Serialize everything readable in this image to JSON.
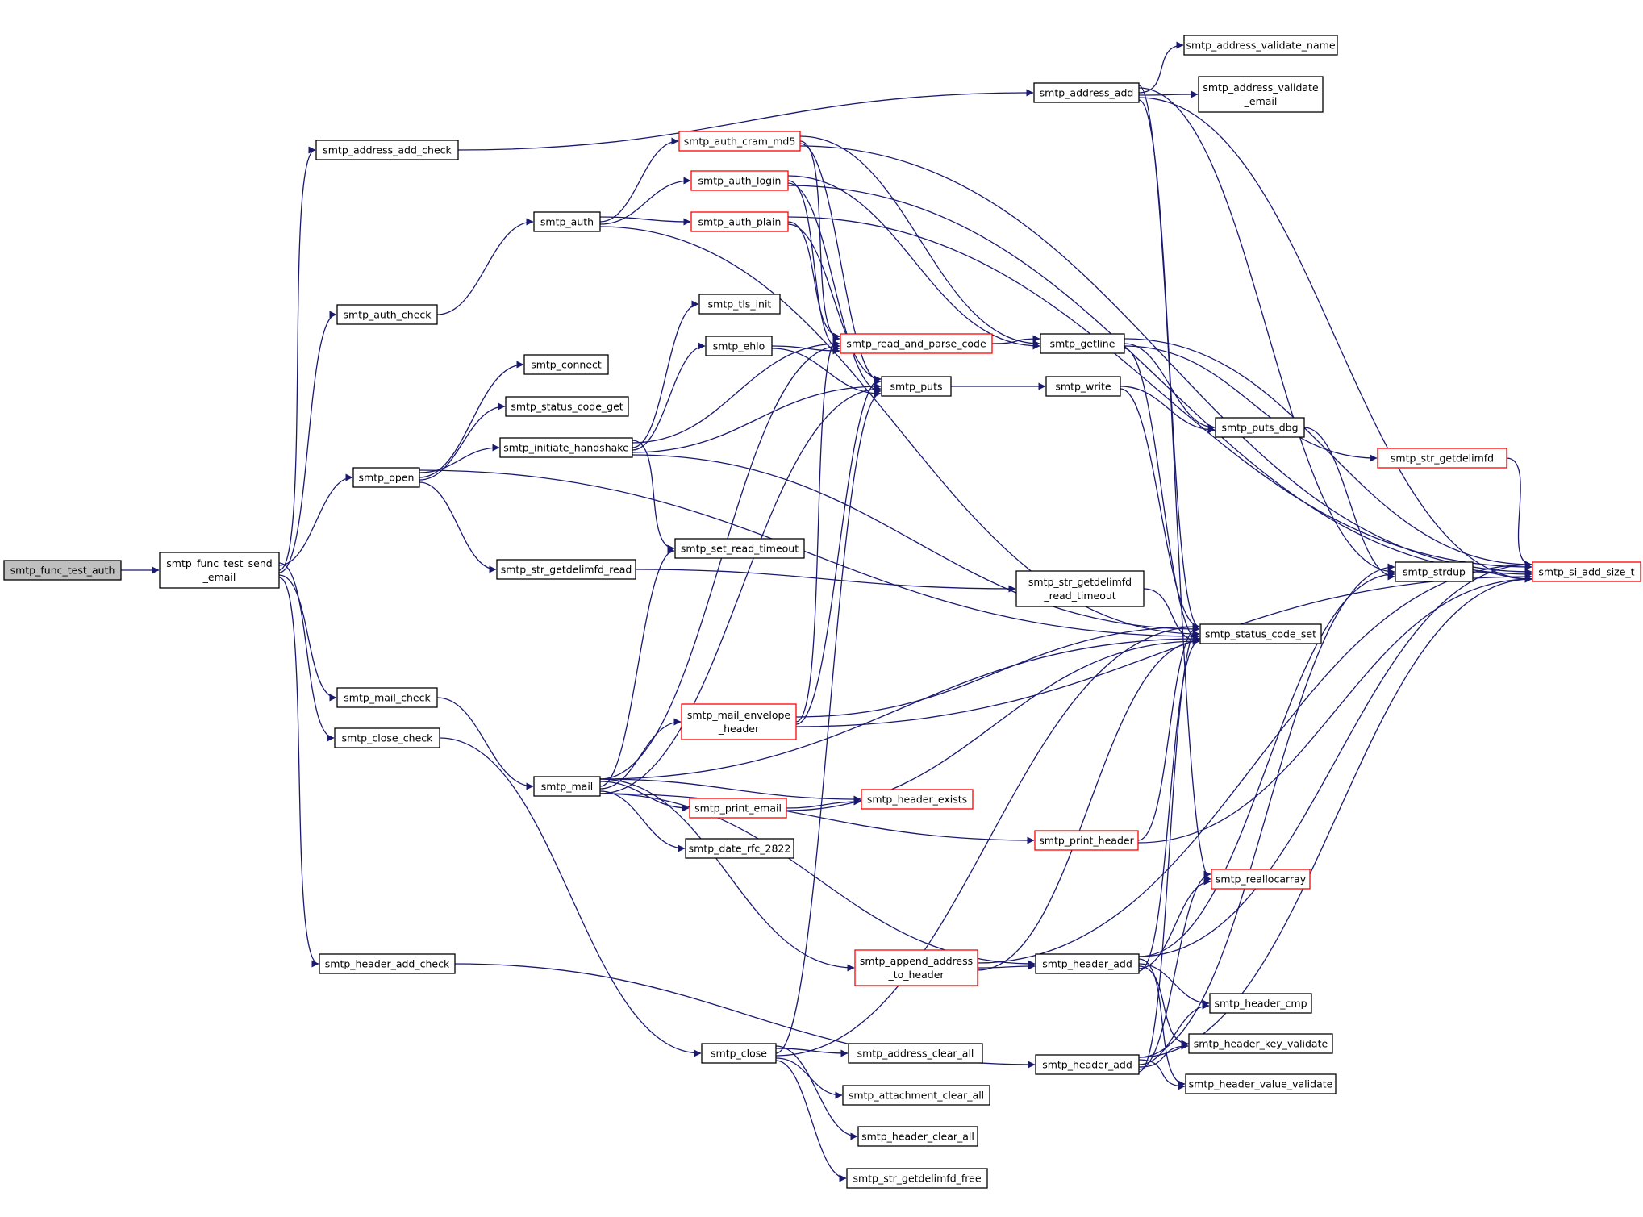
{
  "diagram": {
    "title": "call graph of smtp_func_test_auth",
    "edge_color": "#191970",
    "truncated_node_color": "#ff0000",
    "focus_fill": "#bfbfbf",
    "nodes": [
      {
        "id": "func_test_auth",
        "lines": [
          "smtp_func_test_auth"
        ],
        "style": "focus"
      },
      {
        "id": "func_test_send_email",
        "lines": [
          "smtp_func_test_send",
          "_email"
        ],
        "style": "normal"
      },
      {
        "id": "address_add_check",
        "lines": [
          "smtp_address_add_check"
        ],
        "style": "normal"
      },
      {
        "id": "auth_check",
        "lines": [
          "smtp_auth_check"
        ],
        "style": "normal"
      },
      {
        "id": "open",
        "lines": [
          "smtp_open"
        ],
        "style": "normal"
      },
      {
        "id": "mail_check",
        "lines": [
          "smtp_mail_check"
        ],
        "style": "normal"
      },
      {
        "id": "close_check",
        "lines": [
          "smtp_close_check"
        ],
        "style": "normal"
      },
      {
        "id": "header_add_check",
        "lines": [
          "smtp_header_add_check"
        ],
        "style": "normal"
      },
      {
        "id": "auth",
        "lines": [
          "smtp_auth"
        ],
        "style": "normal"
      },
      {
        "id": "connect",
        "lines": [
          "smtp_connect"
        ],
        "style": "normal"
      },
      {
        "id": "status_code_get",
        "lines": [
          "smtp_status_code_get"
        ],
        "style": "normal"
      },
      {
        "id": "initiate_handshake",
        "lines": [
          "smtp_initiate_handshake"
        ],
        "style": "normal"
      },
      {
        "id": "str_getdelimfd_read",
        "lines": [
          "smtp_str_getdelimfd_read"
        ],
        "style": "normal"
      },
      {
        "id": "mail",
        "lines": [
          "smtp_mail"
        ],
        "style": "normal"
      },
      {
        "id": "auth_cram_md5",
        "lines": [
          "smtp_auth_cram_md5"
        ],
        "style": "red"
      },
      {
        "id": "auth_login",
        "lines": [
          "smtp_auth_login"
        ],
        "style": "red"
      },
      {
        "id": "auth_plain",
        "lines": [
          "smtp_auth_plain"
        ],
        "style": "red"
      },
      {
        "id": "tls_init",
        "lines": [
          "smtp_tls_init"
        ],
        "style": "normal"
      },
      {
        "id": "ehlo",
        "lines": [
          "smtp_ehlo"
        ],
        "style": "normal"
      },
      {
        "id": "set_read_timeout",
        "lines": [
          "smtp_set_read_timeout"
        ],
        "style": "normal"
      },
      {
        "id": "mail_envelope_header",
        "lines": [
          "smtp_mail_envelope",
          "_header"
        ],
        "style": "red"
      },
      {
        "id": "print_email",
        "lines": [
          "smtp_print_email"
        ],
        "style": "red"
      },
      {
        "id": "date_rfc_2822",
        "lines": [
          "smtp_date_rfc_2822"
        ],
        "style": "normal"
      },
      {
        "id": "close",
        "lines": [
          "smtp_close"
        ],
        "style": "normal"
      },
      {
        "id": "read_and_parse_code",
        "lines": [
          "smtp_read_and_parse_code"
        ],
        "style": "red"
      },
      {
        "id": "puts",
        "lines": [
          "smtp_puts"
        ],
        "style": "normal"
      },
      {
        "id": "header_exists",
        "lines": [
          "smtp_header_exists"
        ],
        "style": "red"
      },
      {
        "id": "append_address_to_header",
        "lines": [
          "smtp_append_address",
          "_to_header"
        ],
        "style": "red"
      },
      {
        "id": "address_clear_all",
        "lines": [
          "smtp_address_clear_all"
        ],
        "style": "normal"
      },
      {
        "id": "attachment_clear_all",
        "lines": [
          "smtp_attachment_clear_all"
        ],
        "style": "normal"
      },
      {
        "id": "header_clear_all",
        "lines": [
          "smtp_header_clear_all"
        ],
        "style": "normal"
      },
      {
        "id": "str_getdelimfd_free",
        "lines": [
          "smtp_str_getdelimfd_free"
        ],
        "style": "normal"
      },
      {
        "id": "address_add",
        "lines": [
          "smtp_address_add"
        ],
        "style": "normal"
      },
      {
        "id": "getline",
        "lines": [
          "smtp_getline"
        ],
        "style": "normal"
      },
      {
        "id": "write",
        "lines": [
          "smtp_write"
        ],
        "style": "normal"
      },
      {
        "id": "str_getdelimfd_read_timeout",
        "lines": [
          "smtp_str_getdelimfd",
          "_read_timeout"
        ],
        "style": "normal"
      },
      {
        "id": "print_header",
        "lines": [
          "smtp_print_header"
        ],
        "style": "red"
      },
      {
        "id": "header_add_a",
        "lines": [
          "smtp_header_add"
        ],
        "style": "normal"
      },
      {
        "id": "header_add_b",
        "lines": [
          "smtp_header_add"
        ],
        "style": "normal"
      },
      {
        "id": "address_validate_name",
        "lines": [
          "smtp_address_validate_name"
        ],
        "style": "normal"
      },
      {
        "id": "address_validate_email",
        "lines": [
          "smtp_address_validate",
          "_email"
        ],
        "style": "normal"
      },
      {
        "id": "puts_dbg",
        "lines": [
          "smtp_puts_dbg"
        ],
        "style": "normal"
      },
      {
        "id": "status_code_set",
        "lines": [
          "smtp_status_code_set"
        ],
        "style": "normal"
      },
      {
        "id": "reallocarray",
        "lines": [
          "smtp_reallocarray"
        ],
        "style": "red"
      },
      {
        "id": "header_cmp",
        "lines": [
          "smtp_header_cmp"
        ],
        "style": "normal"
      },
      {
        "id": "header_key_validate",
        "lines": [
          "smtp_header_key_validate"
        ],
        "style": "normal"
      },
      {
        "id": "header_value_validate",
        "lines": [
          "smtp_header_value_validate"
        ],
        "style": "normal"
      },
      {
        "id": "str_getdelimfd",
        "lines": [
          "smtp_str_getdelimfd"
        ],
        "style": "red"
      },
      {
        "id": "strdup",
        "lines": [
          "smtp_strdup"
        ],
        "style": "normal"
      },
      {
        "id": "si_add_size_t",
        "lines": [
          "smtp_si_add_size_t"
        ],
        "style": "red"
      }
    ],
    "edges": [
      [
        "func_test_auth",
        "func_test_send_email"
      ],
      [
        "func_test_send_email",
        "address_add_check"
      ],
      [
        "func_test_send_email",
        "auth_check"
      ],
      [
        "func_test_send_email",
        "open"
      ],
      [
        "func_test_send_email",
        "mail_check"
      ],
      [
        "func_test_send_email",
        "close_check"
      ],
      [
        "func_test_send_email",
        "header_add_check"
      ],
      [
        "address_add_check",
        "address_add"
      ],
      [
        "auth_check",
        "auth"
      ],
      [
        "auth",
        "auth_cram_md5"
      ],
      [
        "auth",
        "auth_login"
      ],
      [
        "auth",
        "auth_plain"
      ],
      [
        "auth",
        "status_code_set"
      ],
      [
        "open",
        "connect"
      ],
      [
        "open",
        "status_code_get"
      ],
      [
        "open",
        "initiate_handshake"
      ],
      [
        "open",
        "str_getdelimfd_read"
      ],
      [
        "open",
        "status_code_set"
      ],
      [
        "initiate_handshake",
        "tls_init"
      ],
      [
        "initiate_handshake",
        "ehlo"
      ],
      [
        "initiate_handshake",
        "read_and_parse_code"
      ],
      [
        "initiate_handshake",
        "puts"
      ],
      [
        "initiate_handshake",
        "set_read_timeout"
      ],
      [
        "initiate_handshake",
        "status_code_set"
      ],
      [
        "str_getdelimfd_read",
        "str_getdelimfd_read_timeout"
      ],
      [
        "mail_check",
        "mail"
      ],
      [
        "close_check",
        "close"
      ],
      [
        "header_add_check",
        "header_add_b"
      ],
      [
        "mail",
        "set_read_timeout"
      ],
      [
        "mail",
        "mail_envelope_header"
      ],
      [
        "mail",
        "print_email"
      ],
      [
        "mail",
        "date_rfc_2822"
      ],
      [
        "mail",
        "header_exists"
      ],
      [
        "mail",
        "print_header"
      ],
      [
        "mail",
        "append_address_to_header"
      ],
      [
        "mail",
        "header_add_a"
      ],
      [
        "mail",
        "read_and_parse_code"
      ],
      [
        "mail",
        "puts"
      ],
      [
        "mail",
        "status_code_set"
      ],
      [
        "auth_cram_md5",
        "read_and_parse_code"
      ],
      [
        "auth_cram_md5",
        "puts"
      ],
      [
        "auth_cram_md5",
        "getline"
      ],
      [
        "auth_cram_md5",
        "si_add_size_t"
      ],
      [
        "auth_login",
        "read_and_parse_code"
      ],
      [
        "auth_login",
        "puts"
      ],
      [
        "auth_login",
        "getline"
      ],
      [
        "auth_login",
        "si_add_size_t"
      ],
      [
        "auth_plain",
        "read_and_parse_code"
      ],
      [
        "auth_plain",
        "puts"
      ],
      [
        "auth_plain",
        "si_add_size_t"
      ],
      [
        "ehlo",
        "read_and_parse_code"
      ],
      [
        "ehlo",
        "puts"
      ],
      [
        "read_and_parse_code",
        "getline"
      ],
      [
        "puts",
        "write"
      ],
      [
        "mail_envelope_header",
        "read_and_parse_code"
      ],
      [
        "mail_envelope_header",
        "puts"
      ],
      [
        "mail_envelope_header",
        "status_code_set"
      ],
      [
        "mail_envelope_header",
        "si_add_size_t"
      ],
      [
        "print_email",
        "header_exists"
      ],
      [
        "print_email",
        "status_code_set"
      ],
      [
        "close",
        "puts"
      ],
      [
        "close",
        "status_code_set"
      ],
      [
        "close",
        "address_clear_all"
      ],
      [
        "close",
        "attachment_clear_all"
      ],
      [
        "close",
        "header_clear_all"
      ],
      [
        "close",
        "str_getdelimfd_free"
      ],
      [
        "append_address_to_header",
        "header_add_a"
      ],
      [
        "append_address_to_header",
        "status_code_set"
      ],
      [
        "append_address_to_header",
        "si_add_size_t"
      ],
      [
        "address_add",
        "address_validate_name"
      ],
      [
        "address_add",
        "address_validate_email"
      ],
      [
        "address_add",
        "strdup"
      ],
      [
        "address_add",
        "si_add_size_t"
      ],
      [
        "address_add",
        "reallocarray"
      ],
      [
        "address_add",
        "status_code_set"
      ],
      [
        "getline",
        "puts_dbg"
      ],
      [
        "getline",
        "str_getdelimfd"
      ],
      [
        "getline",
        "si_add_size_t"
      ],
      [
        "getline",
        "status_code_set"
      ],
      [
        "write",
        "puts_dbg"
      ],
      [
        "write",
        "status_code_set"
      ],
      [
        "str_getdelimfd_read_timeout",
        "status_code_set"
      ],
      [
        "print_header",
        "status_code_set"
      ],
      [
        "print_header",
        "si_add_size_t"
      ],
      [
        "header_add_a",
        "header_cmp"
      ],
      [
        "header_add_a",
        "header_key_validate"
      ],
      [
        "header_add_a",
        "header_value_validate"
      ],
      [
        "header_add_a",
        "reallocarray"
      ],
      [
        "header_add_a",
        "strdup"
      ],
      [
        "header_add_a",
        "status_code_set"
      ],
      [
        "header_add_a",
        "si_add_size_t"
      ],
      [
        "header_add_b",
        "header_cmp"
      ],
      [
        "header_add_b",
        "header_key_validate"
      ],
      [
        "header_add_b",
        "header_value_validate"
      ],
      [
        "header_add_b",
        "reallocarray"
      ],
      [
        "header_add_b",
        "strdup"
      ],
      [
        "header_add_b",
        "status_code_set"
      ],
      [
        "header_add_b",
        "si_add_size_t"
      ],
      [
        "puts_dbg",
        "strdup"
      ],
      [
        "str_getdelimfd",
        "si_add_size_t"
      ],
      [
        "strdup",
        "si_add_size_t"
      ]
    ]
  }
}
